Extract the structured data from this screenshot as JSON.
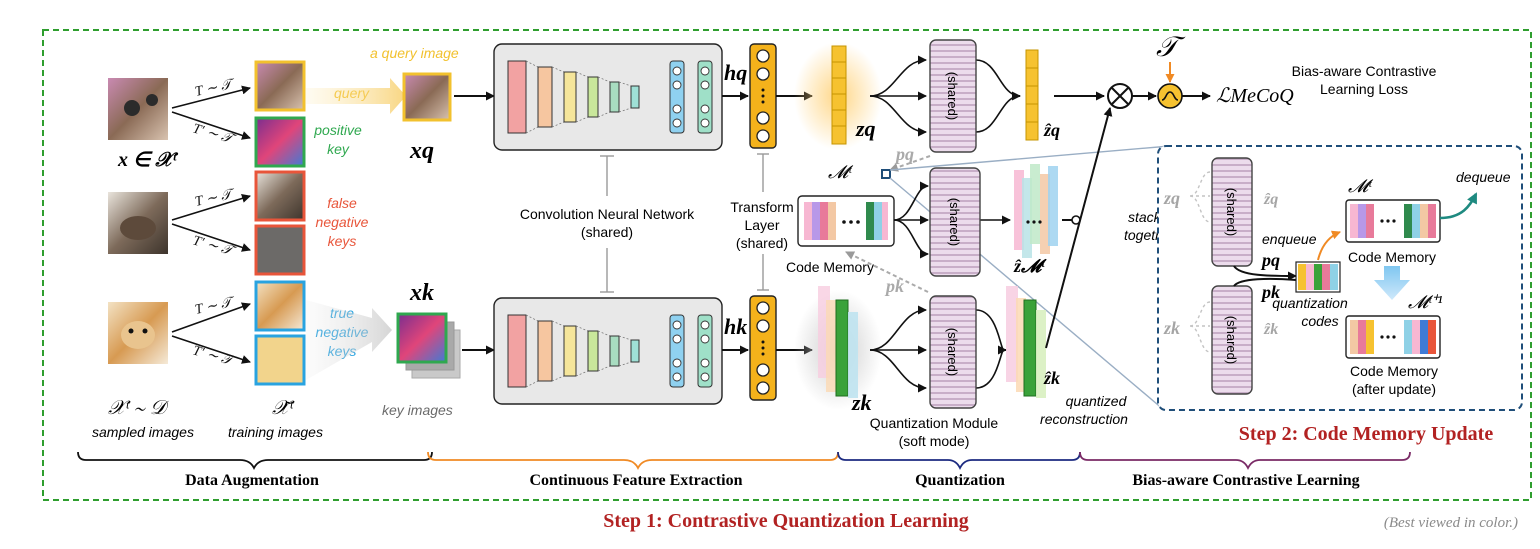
{
  "labels": {
    "a_query_image": "a query image",
    "query": "query",
    "positive_key": [
      "positive",
      "key"
    ],
    "false_negative_keys": [
      "false",
      "negative",
      "keys"
    ],
    "true_negative_keys": [
      "true",
      "negative",
      "keys"
    ],
    "key_images": "key images",
    "sampled_images": "sampled images",
    "training_images": "training images",
    "cnn": [
      "Convolution Neural Network",
      "(shared)"
    ],
    "transform_layer": [
      "Transform",
      "Layer",
      "(shared)"
    ],
    "code_memory": "Code Memory",
    "quantization_module": [
      "Quantization Module",
      "(soft mode)"
    ],
    "quantized_reconstruction": [
      "quantized",
      "reconstruction"
    ],
    "stack_together": [
      "stack",
      "together"
    ],
    "loss_title": [
      "Bias-aware Contrastive",
      "Learning Loss"
    ],
    "shared": "(shared)",
    "enqueue": "enqueue",
    "dequeue": "dequeue",
    "quantization_codes": [
      "quantization",
      "codes"
    ],
    "code_memory_after": [
      "Code Memory",
      "(after update)"
    ],
    "step2": "Step 2: Code Memory Update",
    "step1": "Step 1: Contrastive Quantization Learning",
    "best_viewed": "(Best viewed in color.)"
  },
  "math": {
    "x_in_X": "x ∈ 𝒳ᵗ",
    "X_sim_D": "𝒳ᵗ ∼ 𝒟",
    "X_tilde": "𝒳̃ᵗ",
    "T_sim_T": "T ∼ 𝒯",
    "Tp_sim_T": "T′ ∼ 𝒯",
    "x_q": "xq",
    "x_k": "xk",
    "h_q": "hq",
    "h_k": "hk",
    "z_q": "zq",
    "z_k": "zk",
    "zhat_q": "ẑq",
    "zhat_k": "ẑk",
    "zhat_M": "ẑ𝓜ᵗ",
    "M_t": "𝓜ᵗ",
    "M_t1": "𝓜ᵗ⁺¹",
    "p_q": "pq",
    "p_k": "pk",
    "tau": "𝒯",
    "loss": "ℒMeCoQ"
  },
  "sections": [
    "Data Augmentation",
    "Continuous Feature Extraction",
    "Quantization",
    "Bias-aware Contrastive Learning"
  ],
  "colors": {
    "border_green": "#2e9e2e",
    "dash_blue": "#1f4e79",
    "step_red": "#b22222",
    "query_yellow": "#f2c12e",
    "key_green": "#2fa84f",
    "false_red": "#e8553a",
    "true_blue": "#29a3e0",
    "brace_orange": "#f08a24",
    "brace_navy": "#1c2a80",
    "brace_purple": "#7a2a66"
  }
}
